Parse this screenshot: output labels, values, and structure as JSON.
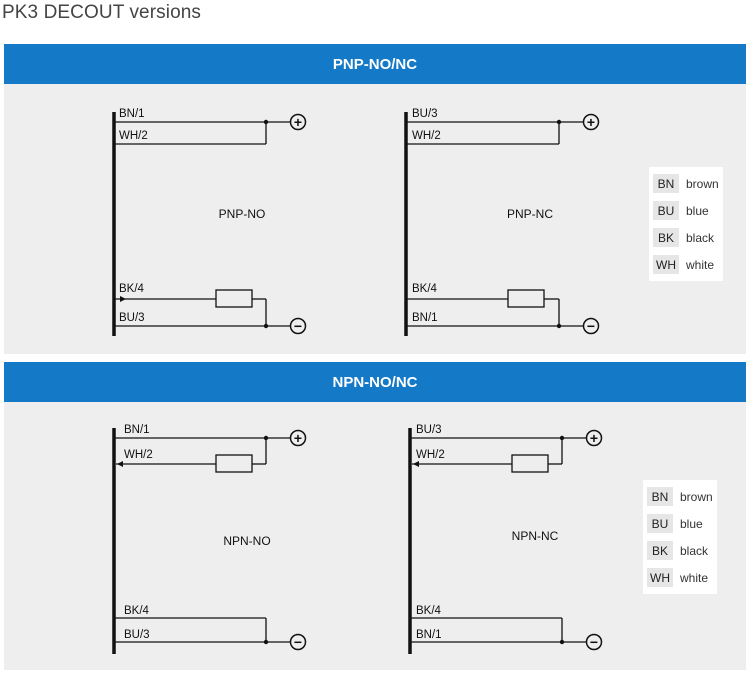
{
  "page": {
    "title": "PK3 DECOUT versions"
  },
  "sections": [
    {
      "title": "PNP-NO/NC",
      "diagrams": [
        {
          "name": "PNP-NO",
          "top_wires": [
            "BN/1",
            "WH/2"
          ],
          "bottom_wires": [
            "BK/4",
            "BU/3"
          ]
        },
        {
          "name": "PNP-NC",
          "top_wires": [
            "BU/3",
            "WH/2"
          ],
          "bottom_wires": [
            "BK/4",
            "BN/1"
          ]
        }
      ]
    },
    {
      "title": "NPN-NO/NC",
      "diagrams": [
        {
          "name": "NPN-NO",
          "top_wires": [
            "BN/1",
            "WH/2"
          ],
          "bottom_wires": [
            "BK/4",
            "BU/3"
          ]
        },
        {
          "name": "NPN-NC",
          "top_wires": [
            "BU/3",
            "WH/2"
          ],
          "bottom_wires": [
            "BK/4",
            "BN/1"
          ]
        }
      ]
    }
  ],
  "legend": [
    {
      "code": "BN",
      "name": "brown"
    },
    {
      "code": "BU",
      "name": "blue"
    },
    {
      "code": "BK",
      "name": "black"
    },
    {
      "code": "WH",
      "name": "white"
    }
  ],
  "symbols": {
    "plus": "+",
    "minus": "−"
  },
  "colors": {
    "header_band": "#1479c6",
    "panel_bg": "#eeeeef",
    "wire": "#111111"
  }
}
